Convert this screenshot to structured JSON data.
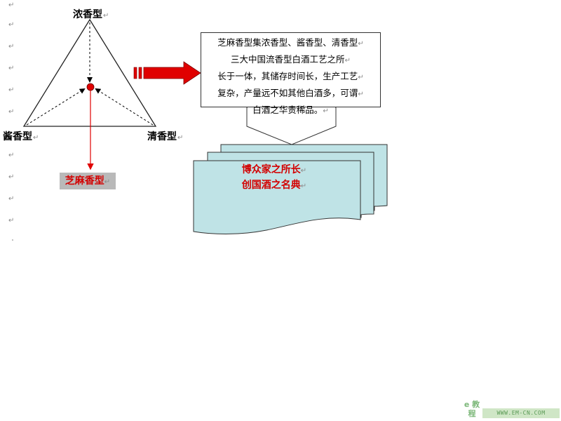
{
  "paragraph_mark": "↵",
  "triangle": {
    "top_label": "浓香型",
    "left_label": "酱香型",
    "right_label": "清香型"
  },
  "sesame_label": "芝麻香型",
  "description": {
    "lines": [
      "芝麻香型集浓香型、酱香型、清香型",
      "三大中国流香型白酒工艺之所",
      "长于一体，其储存时间长，生产工艺",
      "复杂，产量远不如其他白酒多，可谓",
      "白酒之华贵稀品。"
    ]
  },
  "slogan": {
    "line1": "博众家之所长",
    "line2": "创国酒之名典"
  },
  "watermark": {
    "logo_text": "e 教 程",
    "url": "WWW.EM-CN.COM"
  },
  "colors": {
    "arrow_red": "#e00000",
    "dot_red": "#e00000",
    "doc_fill": "#bfe3e6",
    "label_gray": "#b9b9b9",
    "slogan_red": "#d30000"
  }
}
